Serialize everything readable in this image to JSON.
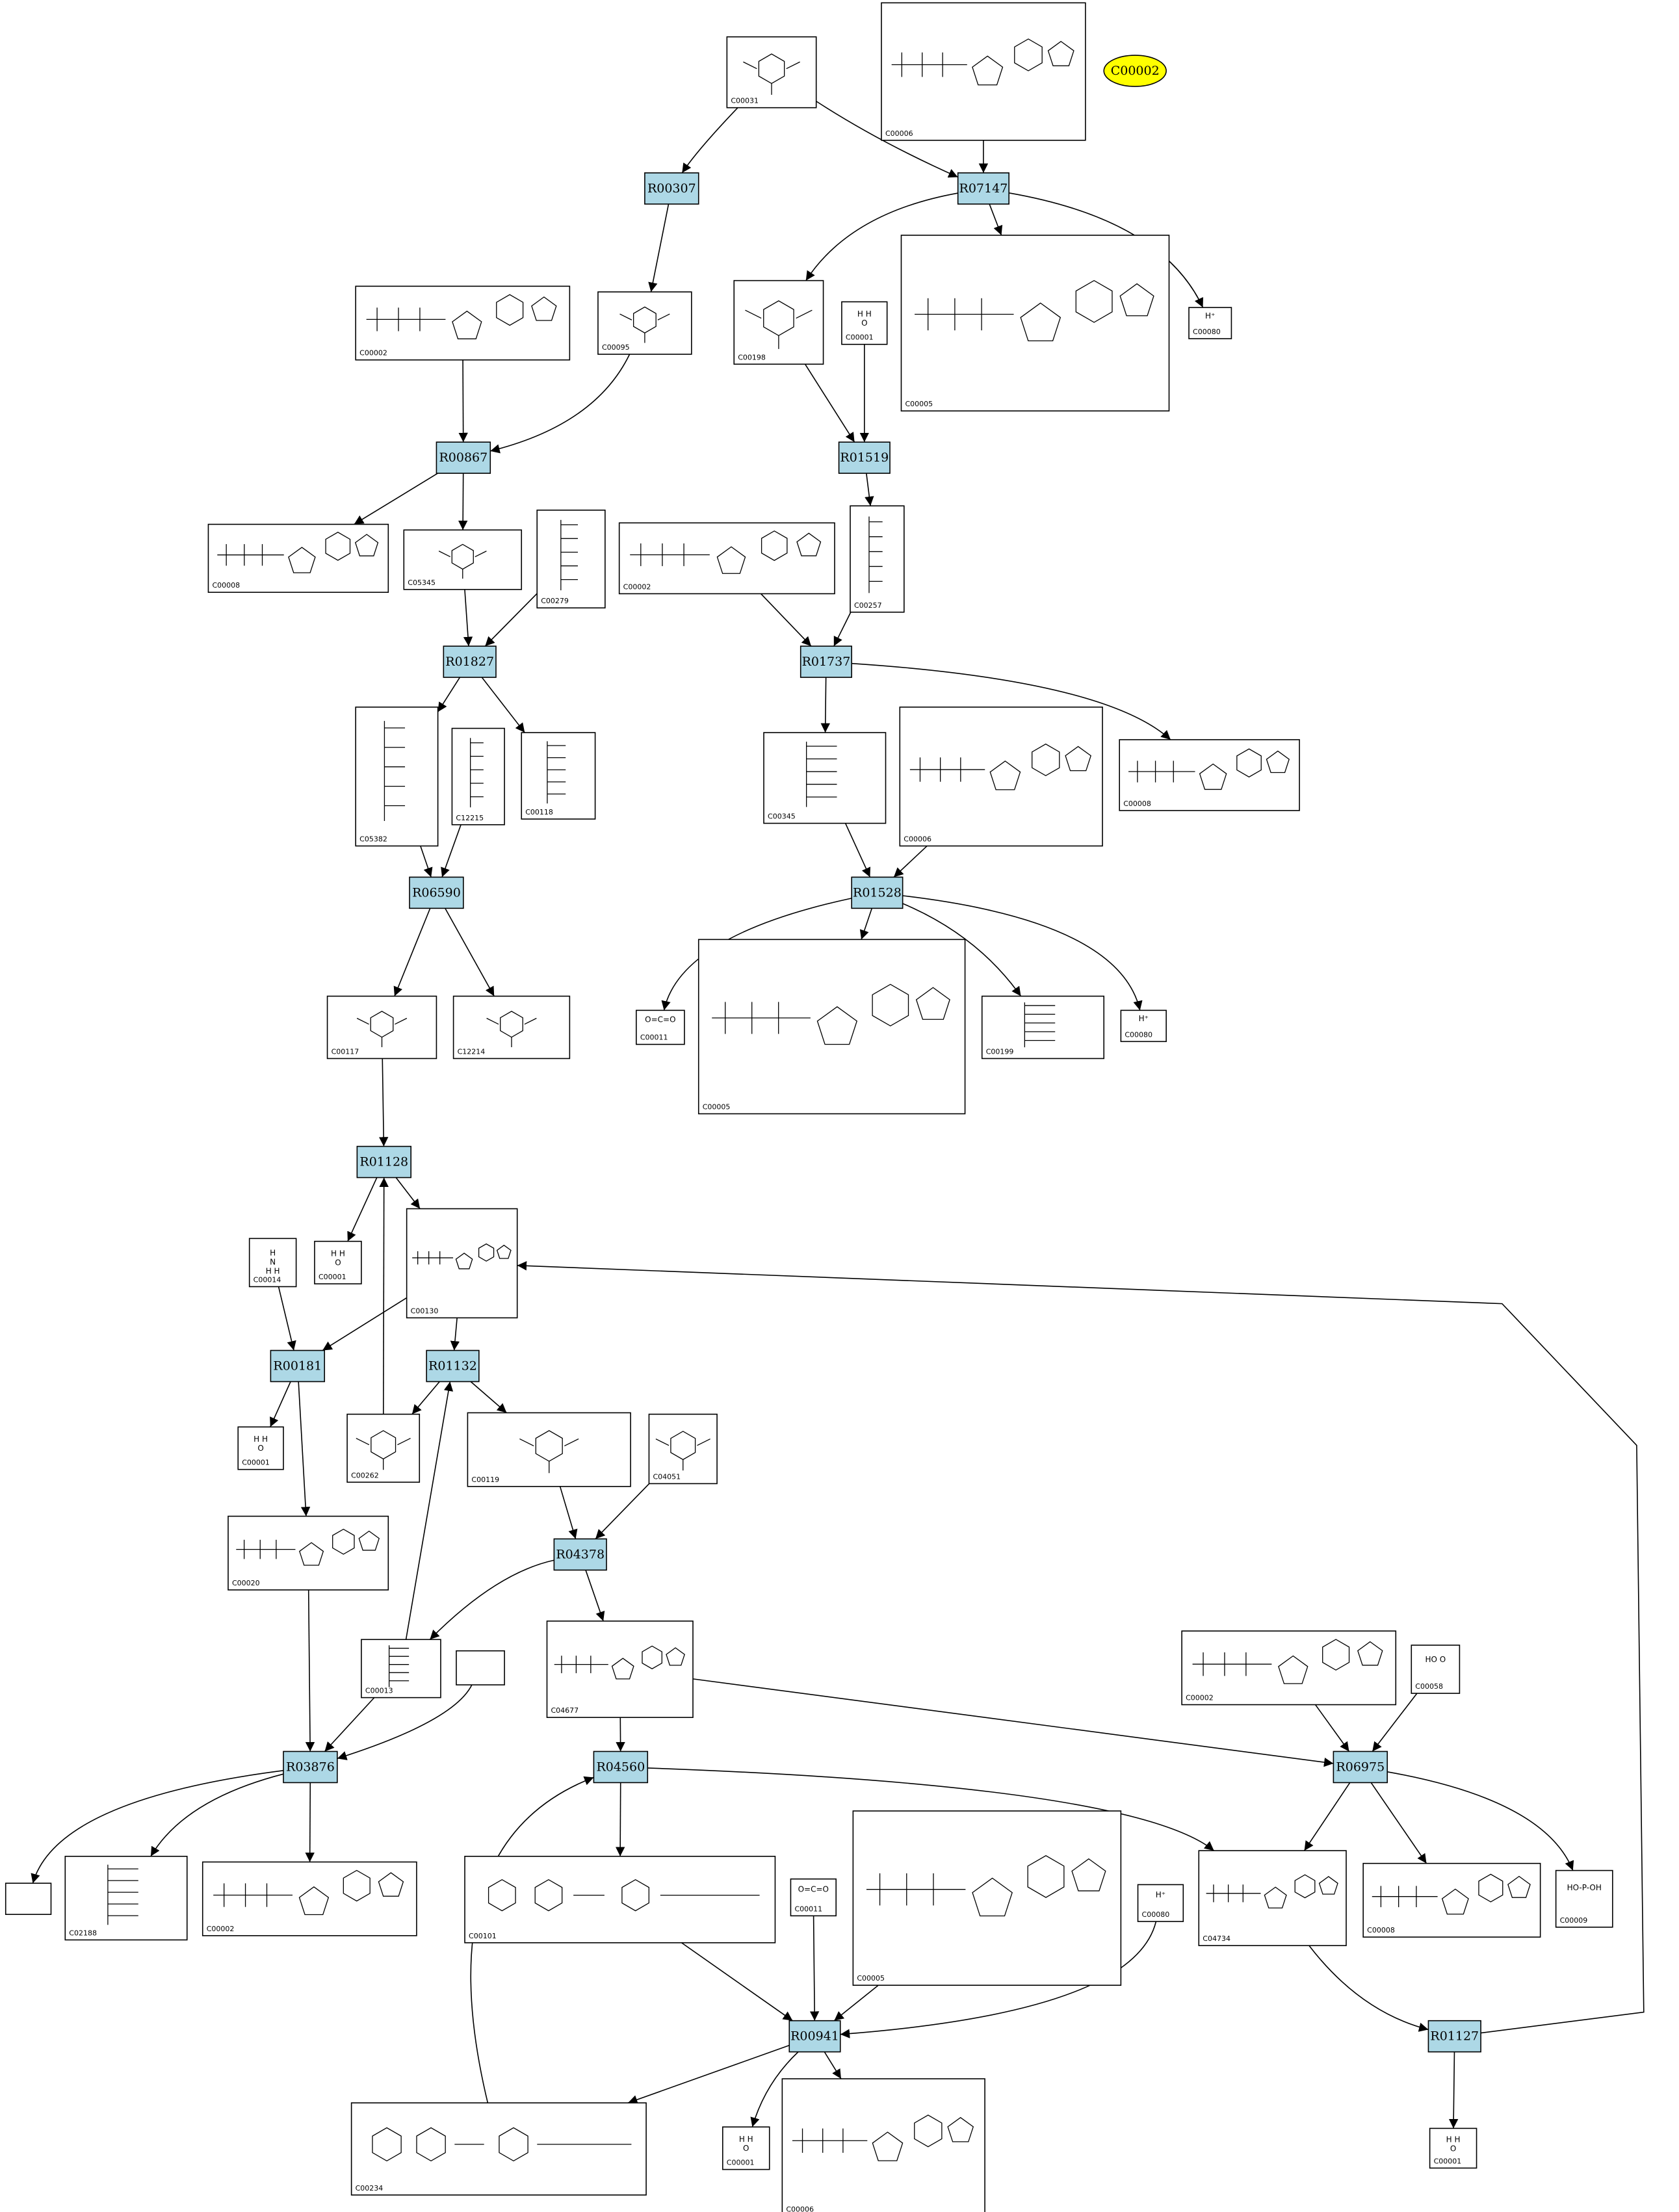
{
  "highlight": {
    "label": "C00002",
    "color": "#ffff00"
  },
  "colors": {
    "reaction_fill": "#add8e6",
    "compound_fill": "#ffffff",
    "edge": "#000000"
  },
  "reactions": [
    {
      "id": "r-R00307",
      "label": "R00307"
    },
    {
      "id": "r-R07147",
      "label": "R07147"
    },
    {
      "id": "r-R00867",
      "label": "R00867"
    },
    {
      "id": "r-R01519",
      "label": "R01519"
    },
    {
      "id": "r-R01827",
      "label": "R01827"
    },
    {
      "id": "r-R01737",
      "label": "R01737"
    },
    {
      "id": "r-R06590",
      "label": "R06590"
    },
    {
      "id": "r-R01528",
      "label": "R01528"
    },
    {
      "id": "r-R01128",
      "label": "R01128"
    },
    {
      "id": "r-R00181",
      "label": "R00181"
    },
    {
      "id": "r-R01132",
      "label": "R01132"
    },
    {
      "id": "r-R04378",
      "label": "R04378"
    },
    {
      "id": "r-R03876",
      "label": "R03876"
    },
    {
      "id": "r-R04560",
      "label": "R04560"
    },
    {
      "id": "r-R06975",
      "label": "R06975"
    },
    {
      "id": "r-R00941",
      "label": "R00941"
    },
    {
      "id": "r-R01127",
      "label": "R01127"
    }
  ],
  "compounds": [
    {
      "id": "c1",
      "label": "C00031",
      "kind": "ring"
    },
    {
      "id": "c2",
      "label": "C00006",
      "kind": "nucleotide"
    },
    {
      "id": "c3",
      "label": "C00095",
      "kind": "ring"
    },
    {
      "id": "c4",
      "label": "C00002",
      "kind": "nucleotide"
    },
    {
      "id": "c5",
      "label": "C00198",
      "kind": "ring"
    },
    {
      "id": "c6",
      "label": "C00001",
      "kind": "water",
      "atoms": "H   H\n  O"
    },
    {
      "id": "c7",
      "label": "C00005",
      "kind": "nucleotide"
    },
    {
      "id": "c8",
      "label": "C00080",
      "kind": "proton",
      "atoms": "H⁺"
    },
    {
      "id": "c9",
      "label": "C00008",
      "kind": "nucleotide"
    },
    {
      "id": "c10",
      "label": "C05345",
      "kind": "ring"
    },
    {
      "id": "c11",
      "label": "C00279",
      "kind": "chain"
    },
    {
      "id": "c12",
      "label": "C00002",
      "kind": "nucleotide"
    },
    {
      "id": "c13",
      "label": "C00257",
      "kind": "chain"
    },
    {
      "id": "c14",
      "label": "C05382",
      "kind": "chain"
    },
    {
      "id": "c15",
      "label": "C12215",
      "kind": "chain"
    },
    {
      "id": "c16",
      "label": "C00118",
      "kind": "chain"
    },
    {
      "id": "c17",
      "label": "C00345",
      "kind": "chain"
    },
    {
      "id": "c18",
      "label": "C00006",
      "kind": "nucleotide"
    },
    {
      "id": "c19",
      "label": "C00008",
      "kind": "nucleotide"
    },
    {
      "id": "c20",
      "label": "C00117",
      "kind": "ring"
    },
    {
      "id": "c21",
      "label": "C12214",
      "kind": "ring"
    },
    {
      "id": "c22",
      "label": "C00011",
      "kind": "co2",
      "atoms": "O=C=O"
    },
    {
      "id": "c23",
      "label": "C00005",
      "kind": "nucleotide"
    },
    {
      "id": "c24",
      "label": "C00199",
      "kind": "chain"
    },
    {
      "id": "c25",
      "label": "C00080",
      "kind": "proton",
      "atoms": "H⁺"
    },
    {
      "id": "c26",
      "label": "C00014",
      "kind": "ammonia",
      "atoms": "H\nN\nH   H"
    },
    {
      "id": "c27",
      "label": "C00001",
      "kind": "water",
      "atoms": "H   H\n  O"
    },
    {
      "id": "c28",
      "label": "C00130",
      "kind": "nucleotide"
    },
    {
      "id": "c29",
      "label": "C00001",
      "kind": "water",
      "atoms": "H   H\n  O"
    },
    {
      "id": "c30",
      "label": "C00262",
      "kind": "ring"
    },
    {
      "id": "c31",
      "label": "C00119",
      "kind": "ring"
    },
    {
      "id": "c32",
      "label": "C04051",
      "kind": "ring"
    },
    {
      "id": "c33",
      "label": "C00020",
      "kind": "nucleotide"
    },
    {
      "id": "c34",
      "label": "C00013",
      "kind": "chain"
    },
    {
      "id": "c35",
      "label": "",
      "kind": "empty"
    },
    {
      "id": "c36",
      "label": "C04677",
      "kind": "nucleotide"
    },
    {
      "id": "c37",
      "label": "C00002",
      "kind": "nucleotide"
    },
    {
      "id": "c38",
      "label": "C00058",
      "kind": "formate",
      "atoms": "HO   O"
    },
    {
      "id": "c39",
      "label": "",
      "kind": "empty"
    },
    {
      "id": "c40",
      "label": "C02188",
      "kind": "chain"
    },
    {
      "id": "c41",
      "label": "C00002",
      "kind": "nucleotide"
    },
    {
      "id": "c42",
      "label": "C00101",
      "kind": "folate"
    },
    {
      "id": "c43",
      "label": "C00011",
      "kind": "co2",
      "atoms": "O=C=O"
    },
    {
      "id": "c44",
      "label": "C00005",
      "kind": "nucleotide"
    },
    {
      "id": "c45",
      "label": "C00080",
      "kind": "proton",
      "atoms": "H⁺"
    },
    {
      "id": "c46",
      "label": "C04734",
      "kind": "nucleotide"
    },
    {
      "id": "c47",
      "label": "C00008",
      "kind": "nucleotide"
    },
    {
      "id": "c48",
      "label": "C00009",
      "kind": "phosphate",
      "atoms": "HO-P-OH"
    },
    {
      "id": "c49",
      "label": "C00234",
      "kind": "folate"
    },
    {
      "id": "c50",
      "label": "C00001",
      "kind": "water",
      "atoms": "H   H\n  O"
    },
    {
      "id": "c51",
      "label": "C00006",
      "kind": "nucleotide"
    },
    {
      "id": "c52",
      "label": "C00001",
      "kind": "water",
      "atoms": "H   H\n  O"
    }
  ]
}
